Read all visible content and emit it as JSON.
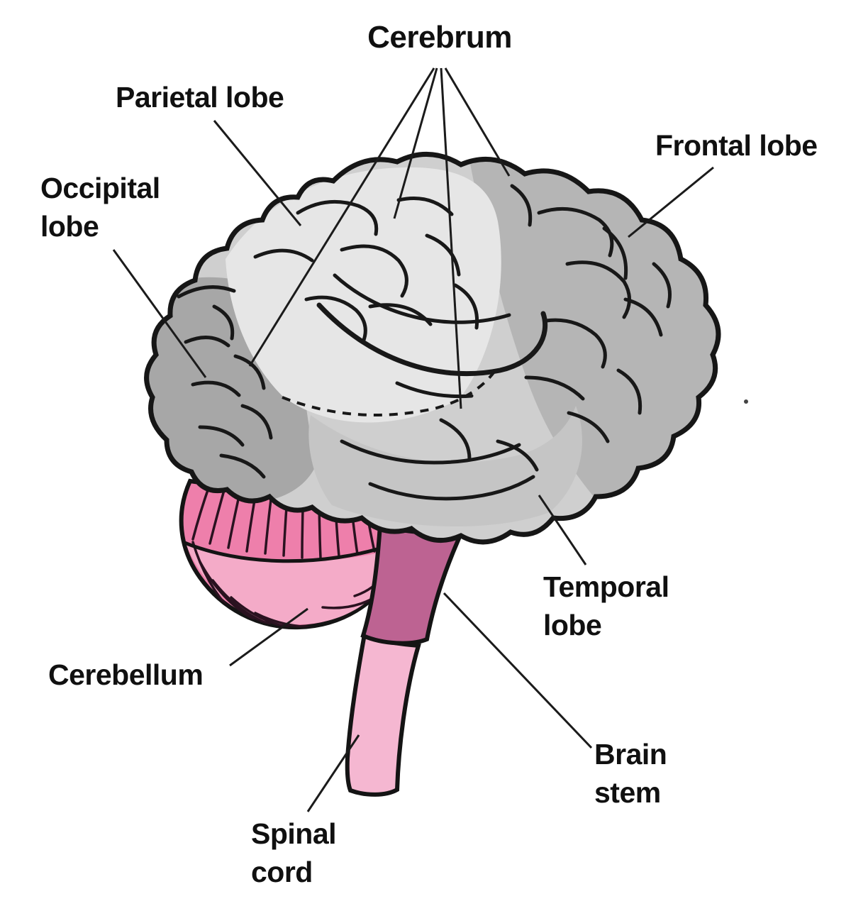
{
  "diagram": {
    "subject": "Human brain, lateral view, labeled anatomy diagram",
    "labels": {
      "cerebrum": "Cerebrum",
      "parietal_lobe": "Parietal lobe",
      "frontal_lobe": "Frontal lobe",
      "occipital_lobe": "Occipital\nlobe",
      "temporal_lobe": "Temporal\nlobe",
      "cerebellum": "Cerebellum",
      "brain_stem": "Brain\nstem",
      "spinal_cord": "Spinal\ncord"
    },
    "colors": {
      "outline": "#161616",
      "cerebrum_base": "#cfcfcf",
      "parietal_region": "#e6e6e6",
      "frontal_region": "#b5b5b5",
      "occipital_region": "#a7a7a7",
      "temporal_region": "#c5c5c5",
      "cerebellum_pink": "#ee7fab",
      "cerebellum_lower_pink": "#f4abc8",
      "brain_stem_mauve": "#bd6392",
      "spinal_cord_pink": "#f5b7d1",
      "label_text": "#101010"
    }
  }
}
